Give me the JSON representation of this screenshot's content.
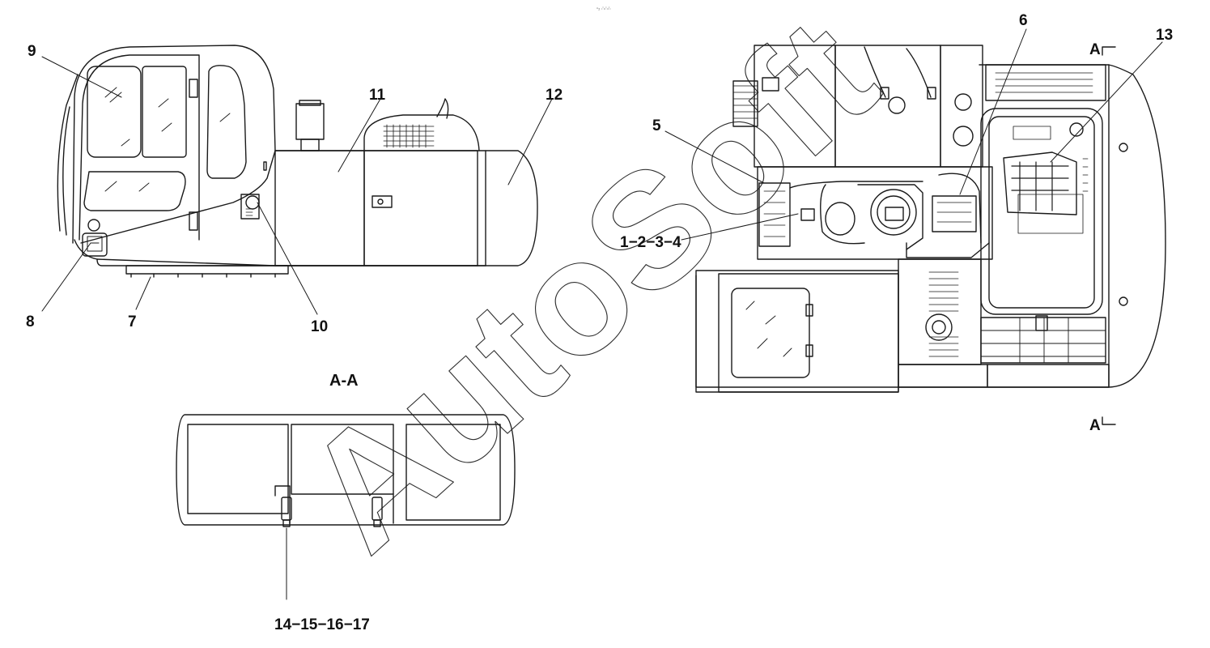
{
  "header_mark": "▫₂ ∴∴∴",
  "section_title": "A-A",
  "section_marker_top": "A",
  "section_marker_bottom": "A",
  "watermark": "AutoSoft",
  "callouts": {
    "c1_4": "1−2−3−4",
    "c5": "5",
    "c6": "6",
    "c7": "7",
    "c8": "8",
    "c9": "9",
    "c10": "10",
    "c11": "11",
    "c12": "12",
    "c13": "13",
    "c14_17": "14−15−16−17"
  }
}
